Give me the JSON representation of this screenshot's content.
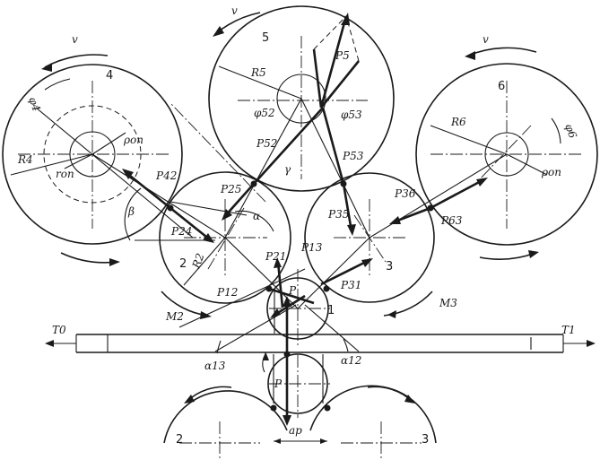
{
  "diagram": {
    "roll_numbers": [
      "1",
      "2",
      "3",
      "4",
      "5",
      "6",
      "2",
      "3"
    ],
    "labels": {
      "v": "v",
      "R4": "R4",
      "R5": "R5",
      "R6": "R6",
      "R2": "R2",
      "phi4": "φ4",
      "phi6": "φ6",
      "phi52": "φ52",
      "phi53": "φ53",
      "rho_op": "ρоп",
      "rho_op6": "ρоп",
      "r_op": "rоп",
      "P5": "P5",
      "P52": "P52",
      "P53": "P53",
      "P25": "P25",
      "P35": "P35",
      "P42": "P42",
      "P24": "P24",
      "P36": "P36",
      "P63": "P63",
      "P21": "P21",
      "P13": "P13",
      "P12": "P12",
      "P31": "P31",
      "P": "P",
      "P_low": "P",
      "gamma": "γ",
      "alpha": "α",
      "beta": "β",
      "M2": "M2",
      "M3": "M3",
      "T0": "T0",
      "T1": "T1",
      "a13": "α13",
      "a12": "α12",
      "ap": "aр"
    }
  }
}
